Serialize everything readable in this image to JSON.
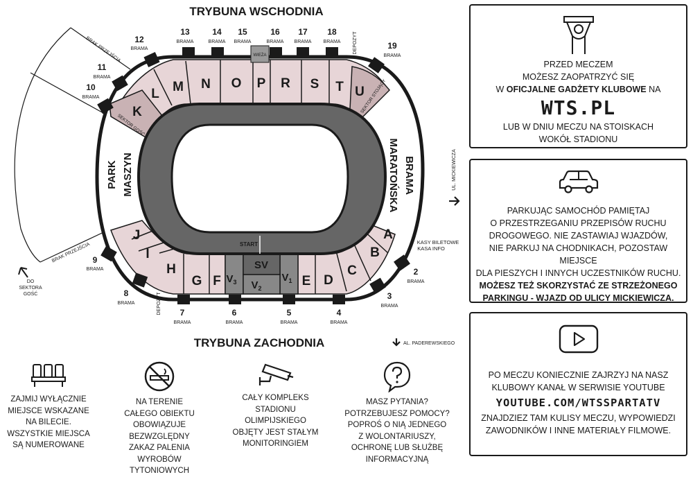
{
  "header": {
    "east_stand": "TRYBUNA WSCHODNIA",
    "west_stand": "TRYBUNA ZACHODNIA"
  },
  "map": {
    "colors": {
      "stand": "#e7d5d7",
      "track": "#666666",
      "sv_zone": "#888888",
      "tower": "#999999",
      "outline": "#1a1a1a"
    },
    "sectors": {
      "A": "A",
      "B": "B",
      "C": "C",
      "D": "D",
      "E": "E",
      "F": "F",
      "G": "G",
      "H": "H",
      "I": "I",
      "J": "J",
      "K": "K",
      "L": "L",
      "M": "M",
      "N": "N",
      "O": "O",
      "P": "P",
      "R": "R",
      "S": "S",
      "T": "T",
      "U": "U"
    },
    "sv": "SV",
    "v1": "V",
    "v1_sub": "1",
    "v2": "V",
    "v2_sub": "2",
    "v3": "V",
    "v3_sub": "3",
    "start": "START",
    "tower": "WIEŻA",
    "park_maszyn": [
      "PARK",
      "MASZYN"
    ],
    "brama_maratonska": [
      "BRAMA",
      "MARATOŃSKA"
    ],
    "sektor_gosci": "SEKTOR GOŚĆ",
    "sektor_stojacy": "SEKTOR STOJĄCY",
    "brak_przejscia_top": "BRAK PRZEJŚCIA",
    "brak_przejscia_bottom": "BRAK PRZEJŚCIA",
    "do_sektora": [
      "DO",
      "SEKTORA",
      "GOŚĆ"
    ],
    "depozyt_top": "DEPOZYT",
    "depozyt_bottom": "DEPOZYT",
    "kasy": [
      "KASY BILETOWE",
      "KASA INFO"
    ],
    "street_mickiewicza": "UL. MICKIEWICZA",
    "street_paderewskiego": "AL. PADEREWSKIEGO",
    "brama_word": "BRAMA",
    "gates": {
      "g2": "2",
      "g3": "3",
      "g4": "4",
      "g5": "5",
      "g6": "6",
      "g7": "7",
      "g8": "8",
      "g9": "9",
      "g10": "10",
      "g11": "11",
      "g12": "12",
      "g13": "13",
      "g14": "14",
      "g15": "15",
      "g16": "16",
      "g17": "17",
      "g18": "18",
      "g19": "19"
    }
  },
  "panel_merch": {
    "l1": "PRZED MECZEM",
    "l2": "MOŻESZ ZAOPATRZYĆ SIĘ",
    "l3a": "W ",
    "l3b": "OFICJALNE GADŻETY KLUBOWE",
    "l3c": " NA",
    "site": "WTS.PL",
    "l4": "LUB W DNIU MECZU NA STOISKACH",
    "l5": "WOKÓŁ STADIONU"
  },
  "panel_parking": {
    "l1": "PARKUJĄC SAMOCHÓD PAMIĘTAJ",
    "l2": "O PRZESTRZEGANIU PRZEPISÓW RUCHU",
    "l3": "DROGOWEGO. NIE ZASTAWIAJ WJAZDÓW,",
    "l4": "NIE PARKUJ  NA CHODNIKACH, POZOSTAW MIEJSCE",
    "l5": "DLA PIESZYCH I INNYCH UCZESTNIKÓW RUCHU.",
    "l6": "MOŻESZ TEŻ SKORZYSTAĆ ZE STRZEŻONEGO",
    "l7": "PARKINGU - WJAZD OD ULICY MICKIEWICZA."
  },
  "panel_youtube": {
    "l1": "PO MECZU KONIECZNIE ZAJRZYJ NA NASZ",
    "l2": "KLUBOWY KANAŁ W SERWISIE YOUTUBE",
    "url": "YOUTUBE.COM/WTSSPARTATV",
    "l3": "ZNAJDZIEZ TAM KULISY MECZU, WYPOWIEDZI",
    "l4": "ZAWODNIKÓW I INNE MATERIAŁY FILMOWE."
  },
  "info": {
    "seats": [
      "ZAJMIJ WYŁĄCZNIE",
      "MIEJSCE WSKAZANE",
      "NA BILECIE.",
      "WSZYSTKIE MIEJSCA",
      "SĄ NUMEROWANE"
    ],
    "smoking": [
      "NA TERENIE",
      "CAŁEGO OBIEKTU",
      "OBOWIĄZUJE BEZWZGLĘDNY",
      "ZAKAZ PALENIA",
      "WYROBÓW TYTONIOWYCH"
    ],
    "cctv": [
      "CAŁY KOMPLEKS",
      "STADIONU OLIMPIJSKIEGO",
      "OBJĘTY JEST STAŁYM",
      "MONITORINGIEM"
    ],
    "help": [
      "MASZ PYTANIA?",
      "POTRZEBUJESZ POMOCY?",
      "POPROŚ O NIĄ JEDNEGO",
      "Z WOLONTARIUSZY,",
      "OCHRONĘ LUB SŁUŻBĘ INFORMACYJNĄ"
    ]
  },
  "icons": {
    "merch": "fan-with-scarf-icon",
    "parking": "car-icon",
    "youtube": "play-button-icon",
    "seats": "seats-icon",
    "smoking": "no-smoking-icon",
    "cctv": "cctv-camera-icon",
    "help": "question-bubble-icon"
  }
}
